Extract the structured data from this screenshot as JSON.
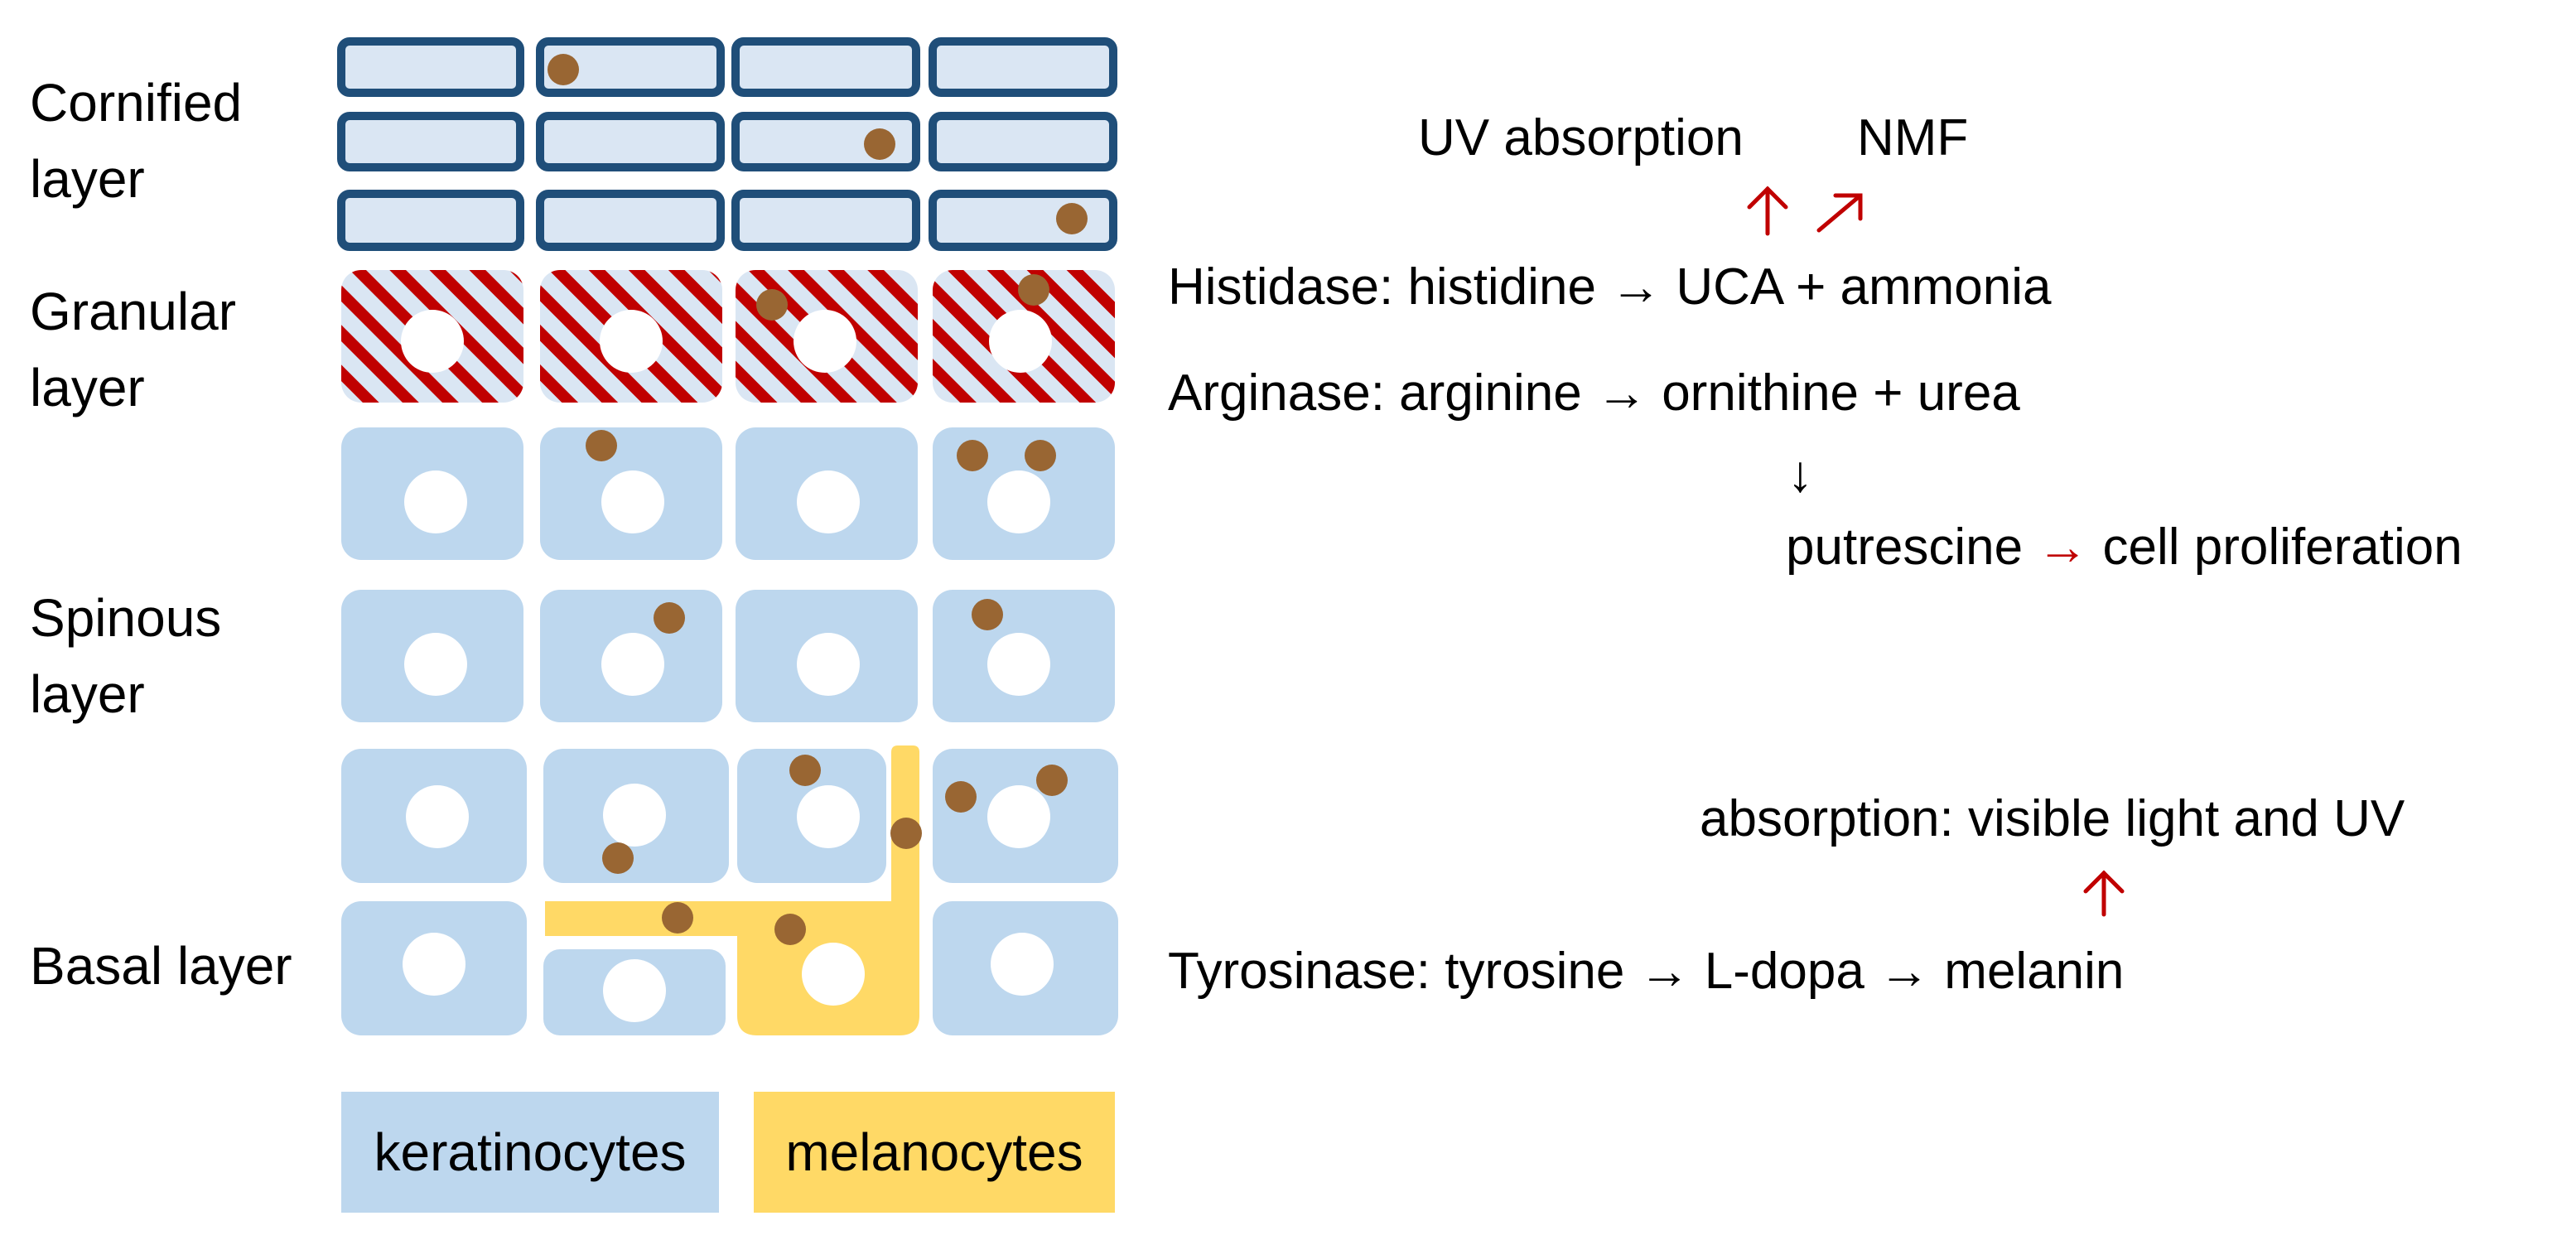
{
  "layers": {
    "cornified": "Cornified\nlayer",
    "granular": "Granular\nlayer",
    "spinous": "Spinous\nlayer",
    "basal": "Basal layer"
  },
  "legend": {
    "keratinocytes": "keratinocytes",
    "melanocytes": "melanocytes"
  },
  "reactions": {
    "uv_absorption": "UV absorption",
    "nmf": "NMF",
    "histidase": "Histidase: histidine → UCA + ammonia",
    "arginase": "Arginase: arginine → ornithine + urea",
    "down_arrow": "↓",
    "putrescine": "putrescine",
    "red_right_arrow": "→",
    "cell_proliferation": "cell proliferation",
    "absorption_visible": "absorption: visible light and UV",
    "tyrosinase": "Tyrosinase: tyrosine → L-dopa → melanin"
  },
  "colors": {
    "keratinocyte": "#bdd7ee",
    "cornified_fill": "#dae6f3",
    "cornified_border": "#1f4e79",
    "melanocyte": "#ffd966",
    "melanin_granule": "#996633",
    "granular_stripe": "#c00000",
    "red_arrow": "#c00000"
  }
}
